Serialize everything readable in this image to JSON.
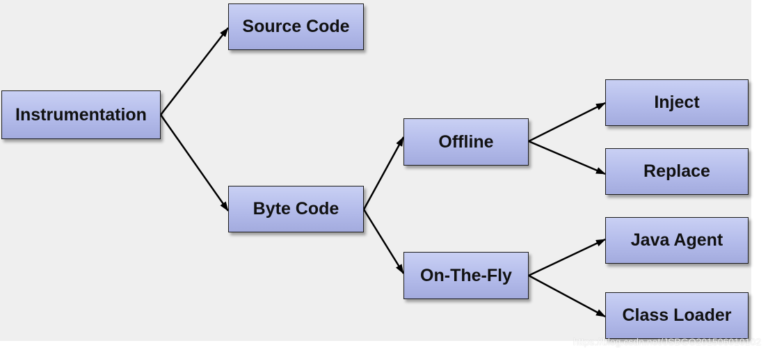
{
  "nodes": {
    "instrumentation": "Instrumentation",
    "source_code": "Source Code",
    "byte_code": "Byte Code",
    "offline": "Offline",
    "on_the_fly": "On-The-Fly",
    "inject": "Inject",
    "replace": "Replace",
    "java_agent": "Java Agent",
    "class_loader": "Class Loader"
  },
  "watermark": "https://blog.csdn.net/JSBGO201506010102",
  "colors": {
    "background": "#efefef",
    "node_fill": "#b3bbea",
    "border": "#1a1a1a"
  }
}
